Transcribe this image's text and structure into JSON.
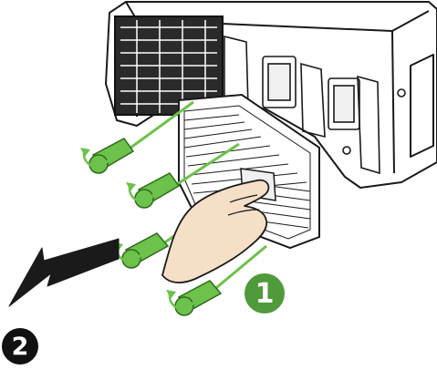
{
  "steps": {
    "first": "1",
    "second": "2"
  },
  "colors": {
    "step1_badge": "#4f9a3b",
    "step2_badge": "#111111",
    "screw_arrow": "#6cc24a",
    "pull_arrow": "#1a1a1a",
    "device_line": "#1a1a1a",
    "hand_fill": "#f6dfc7"
  },
  "icons": {
    "screwdriver": "screwdriver-icon",
    "rotation": "rotation-arrow-icon",
    "pull": "pull-arrow-icon",
    "hand": "hand-icon"
  },
  "screwdrivers": 4
}
